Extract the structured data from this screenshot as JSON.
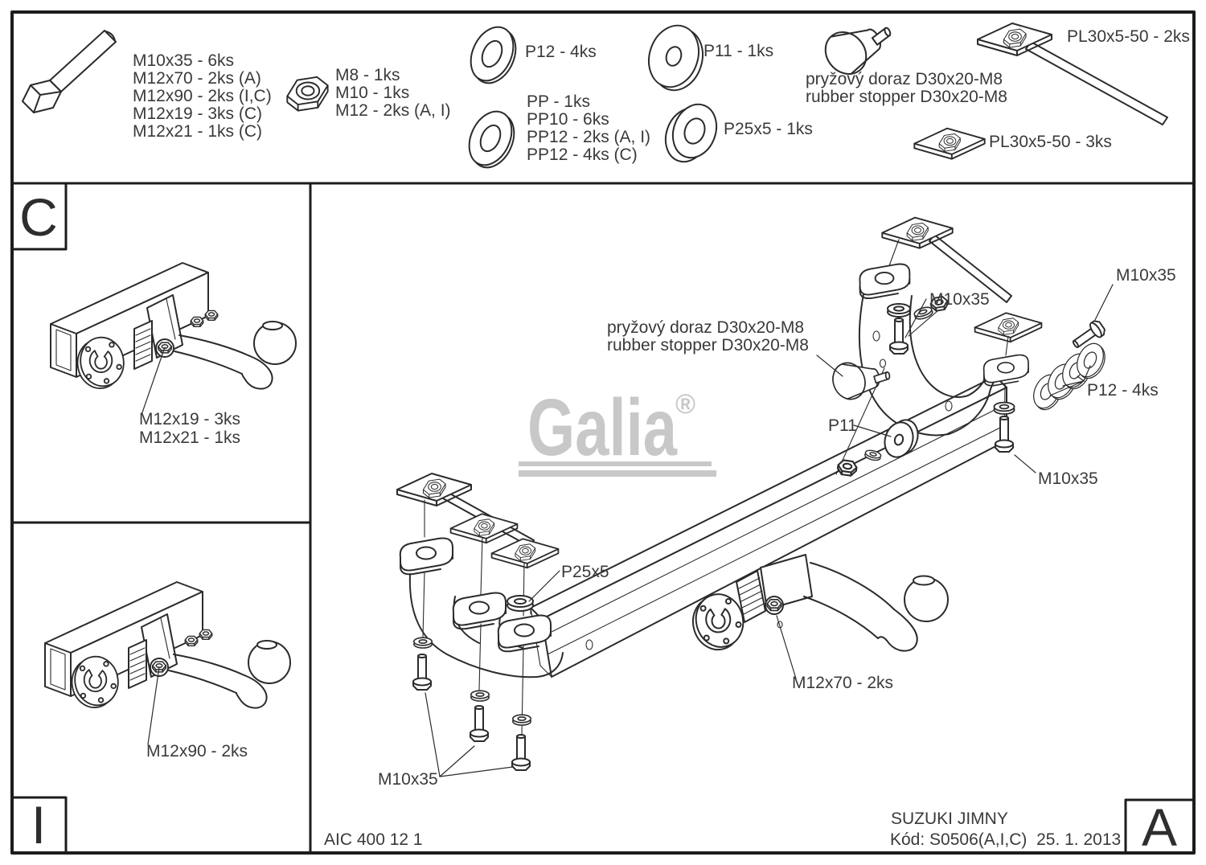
{
  "top_parts": {
    "bolt_lines": [
      "M10x35 - 6ks",
      "M12x70 - 2ks (A)",
      "M12x90 - 2ks (I,C)",
      "M12x19 - 3ks (C)",
      "M12x21 - 1ks (C)"
    ],
    "nut_lines": [
      "M8 - 1ks",
      "M10 - 1ks",
      "M12 - 2ks (A, I)"
    ],
    "p12_label": "P12 - 4ks",
    "pp_lines": [
      "PP - 1ks",
      "PP10 - 6ks",
      "PP12 - 2ks (A, I)",
      "PP12 - 4ks (C)"
    ],
    "p11_label": "P11 - 1ks",
    "p25_label": "P25x5 - 1ks",
    "stopper_lines": [
      "pryžový doraz D30x20-M8",
      "rubber stopper D30x20-M8"
    ],
    "plate_strap_label": "PL30x5-50 - 2ks",
    "plate_label": "PL30x5-50 - 3ks"
  },
  "panel_c": {
    "letter": "C",
    "label_line1": "M12x19 - 3ks",
    "label_line2": "M12x21 - 1ks"
  },
  "panel_i": {
    "letter": "I",
    "label": "M12x90 - 2ks"
  },
  "main": {
    "stopper_line1": "pryžový doraz D30x20-M8",
    "stopper_line2": "rubber stopper D30x20-M8",
    "m10x35_left": "M10x35",
    "m10x35_top_right": "M10x35",
    "m10x35_right": "M10x35",
    "m10x35_bottom": "M10x35",
    "p12": "P12 - 4ks",
    "p11": "P11",
    "p25x5": "P25x5",
    "m12x70": "M12x70 - 2ks"
  },
  "watermark": {
    "wordmark": "Galia",
    "registered": "®"
  },
  "footer": {
    "doc_number": "AIC 400 12 1",
    "vehicle": "SUZUKI JIMNY",
    "code": "Kód: S0506(A,I,C)  25. 1. 2013",
    "revision": "A"
  },
  "colors": {
    "line": "#2b2b2b",
    "text": "#3a3a3a",
    "watermark": "#c8c8c8"
  }
}
